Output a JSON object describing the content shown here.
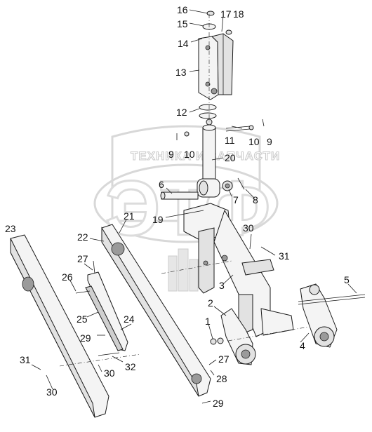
{
  "watermark": {
    "text": "ТЕХНИКА И ЗАПЧАСТИ",
    "logo": "ЭТФ"
  },
  "callouts": [
    {
      "id": "c16",
      "label": "16"
    },
    {
      "id": "c17",
      "label": "17"
    },
    {
      "id": "c18",
      "label": "18"
    },
    {
      "id": "c15",
      "label": "15"
    },
    {
      "id": "c14",
      "label": "14"
    },
    {
      "id": "c13",
      "label": "13"
    },
    {
      "id": "c12",
      "label": "12"
    },
    {
      "id": "c9a",
      "label": "9"
    },
    {
      "id": "c10a",
      "label": "10"
    },
    {
      "id": "c11",
      "label": "11"
    },
    {
      "id": "c10b",
      "label": "10"
    },
    {
      "id": "c9b",
      "label": "9"
    },
    {
      "id": "c20",
      "label": "20"
    },
    {
      "id": "c6",
      "label": "6"
    },
    {
      "id": "c7",
      "label": "7"
    },
    {
      "id": "c8",
      "label": "8"
    },
    {
      "id": "c21",
      "label": "21"
    },
    {
      "id": "c19",
      "label": "19"
    },
    {
      "id": "c23",
      "label": "23"
    },
    {
      "id": "c22",
      "label": "22"
    },
    {
      "id": "c30a",
      "label": "30"
    },
    {
      "id": "c31a",
      "label": "31"
    },
    {
      "id": "c27a",
      "label": "27"
    },
    {
      "id": "c26",
      "label": "26"
    },
    {
      "id": "c3",
      "label": "3"
    },
    {
      "id": "c5",
      "label": "5"
    },
    {
      "id": "c2",
      "label": "2"
    },
    {
      "id": "c25",
      "label": "25"
    },
    {
      "id": "c24",
      "label": "24"
    },
    {
      "id": "c1",
      "label": "1"
    },
    {
      "id": "c4",
      "label": "4"
    },
    {
      "id": "c29a",
      "label": "29"
    },
    {
      "id": "c27b",
      "label": "27"
    },
    {
      "id": "c31b",
      "label": "31"
    },
    {
      "id": "c32",
      "label": "32"
    },
    {
      "id": "c30b",
      "label": "30"
    },
    {
      "id": "c28",
      "label": "28"
    },
    {
      "id": "c30c",
      "label": "30"
    },
    {
      "id": "c29b",
      "label": "29"
    }
  ]
}
